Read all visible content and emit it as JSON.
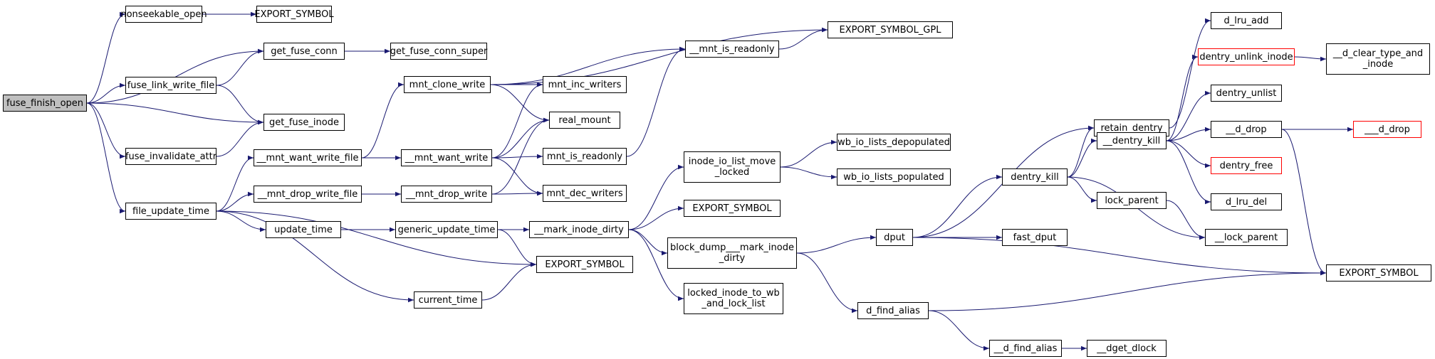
{
  "colors": {
    "edge": "#191970",
    "node_border": "#000000",
    "truncated_border": "#ff0000",
    "root_fill": "#bfbfbf"
  },
  "nodes": [
    {
      "id": "fuse_finish_open",
      "label": "fuse_finish_open",
      "root": true
    },
    {
      "id": "nonseekable_open",
      "label": "nonseekable_open"
    },
    {
      "id": "export_symbol_1",
      "label": "EXPORT_SYMBOL"
    },
    {
      "id": "get_fuse_conn",
      "label": "get_fuse_conn"
    },
    {
      "id": "get_fuse_conn_super",
      "label": "get_fuse_conn_super"
    },
    {
      "id": "fuse_link_write_file",
      "label": "fuse_link_write_file"
    },
    {
      "id": "get_fuse_inode",
      "label": "get_fuse_inode"
    },
    {
      "id": "fuse_invalidate_attr",
      "label": "fuse_invalidate_attr"
    },
    {
      "id": "file_update_time",
      "label": "file_update_time"
    },
    {
      "id": "mnt_want_write_file",
      "label": "__mnt_want_write_file"
    },
    {
      "id": "mnt_drop_write_file",
      "label": "__mnt_drop_write_file"
    },
    {
      "id": "update_time",
      "label": "update_time"
    },
    {
      "id": "export_symbol_main",
      "label": "EXPORT_SYMBOL"
    },
    {
      "id": "current_time",
      "label": "current_time"
    },
    {
      "id": "mnt_clone_write",
      "label": "mnt_clone_write"
    },
    {
      "id": "mnt_want_write",
      "label": "__mnt_want_write"
    },
    {
      "id": "mnt_drop_write",
      "label": "__mnt_drop_write"
    },
    {
      "id": "generic_update_time",
      "label": "generic_update_time"
    },
    {
      "id": "mnt_inc_writers",
      "label": "mnt_inc_writers"
    },
    {
      "id": "real_mount",
      "label": "real_mount"
    },
    {
      "id": "mnt_is_readonly",
      "label": "mnt_is_readonly"
    },
    {
      "id": "mnt_dec_writers",
      "label": "mnt_dec_writers"
    },
    {
      "id": "__mnt_is_readonly",
      "label": "__mnt_is_readonly"
    },
    {
      "id": "export_symbol_gpl",
      "label": "EXPORT_SYMBOL_GPL"
    },
    {
      "id": "inode_io_list_move_locked",
      "label": "inode_io_list_move\n_locked"
    },
    {
      "id": "mark_inode_dirty",
      "label": "__mark_inode_dirty"
    },
    {
      "id": "export_symbol_3",
      "label": "EXPORT_SYMBOL"
    },
    {
      "id": "block_dump_mark_inode_dirty",
      "label": "block_dump___mark_inode\n_dirty"
    },
    {
      "id": "locked_inode_to_wb_and_lock_list",
      "label": "locked_inode_to_wb\n_and_lock_list"
    },
    {
      "id": "wb_io_lists_depopulated",
      "label": "wb_io_lists_depopulated"
    },
    {
      "id": "wb_io_lists_populated",
      "label": "wb_io_lists_populated"
    },
    {
      "id": "dput",
      "label": "dput"
    },
    {
      "id": "d_find_alias",
      "label": "d_find_alias"
    },
    {
      "id": "__d_find_alias",
      "label": "__d_find_alias"
    },
    {
      "id": "__dget_dlock",
      "label": "__dget_dlock"
    },
    {
      "id": "retain_dentry",
      "label": "retain_dentry"
    },
    {
      "id": "dentry_kill",
      "label": "dentry_kill"
    },
    {
      "id": "fast_dput",
      "label": "fast_dput"
    },
    {
      "id": "__dentry_kill",
      "label": "__dentry_kill"
    },
    {
      "id": "lock_parent",
      "label": "lock_parent"
    },
    {
      "id": "__lock_parent",
      "label": "__lock_parent"
    },
    {
      "id": "d_lru_add",
      "label": "d_lru_add"
    },
    {
      "id": "dentry_unlink_inode",
      "label": "dentry_unlink_inode",
      "truncated": true
    },
    {
      "id": "d_clear_type_and_inode",
      "label": "__d_clear_type_and\n_inode"
    },
    {
      "id": "dentry_unlist",
      "label": "dentry_unlist"
    },
    {
      "id": "__d_drop",
      "label": "__d_drop"
    },
    {
      "id": "___d_drop",
      "label": "___d_drop",
      "truncated": true
    },
    {
      "id": "dentry_free",
      "label": "dentry_free",
      "truncated": true
    },
    {
      "id": "d_lru_del",
      "label": "d_lru_del"
    },
    {
      "id": "export_symbol_right",
      "label": "EXPORT_SYMBOL"
    }
  ],
  "edges": [
    [
      "fuse_finish_open",
      "nonseekable_open"
    ],
    [
      "fuse_finish_open",
      "get_fuse_conn"
    ],
    [
      "fuse_finish_open",
      "fuse_link_write_file"
    ],
    [
      "fuse_finish_open",
      "get_fuse_inode"
    ],
    [
      "fuse_finish_open",
      "fuse_invalidate_attr"
    ],
    [
      "fuse_finish_open",
      "file_update_time"
    ],
    [
      "nonseekable_open",
      "export_symbol_1"
    ],
    [
      "get_fuse_conn",
      "get_fuse_conn_super"
    ],
    [
      "fuse_link_write_file",
      "get_fuse_conn"
    ],
    [
      "fuse_link_write_file",
      "get_fuse_inode"
    ],
    [
      "fuse_invalidate_attr",
      "get_fuse_inode"
    ],
    [
      "file_update_time",
      "mnt_want_write_file"
    ],
    [
      "file_update_time",
      "mnt_drop_write_file"
    ],
    [
      "file_update_time",
      "update_time"
    ],
    [
      "file_update_time",
      "export_symbol_main"
    ],
    [
      "file_update_time",
      "current_time"
    ],
    [
      "mnt_want_write_file",
      "mnt_clone_write"
    ],
    [
      "mnt_want_write_file",
      "mnt_want_write"
    ],
    [
      "mnt_drop_write_file",
      "mnt_drop_write"
    ],
    [
      "update_time",
      "generic_update_time"
    ],
    [
      "current_time",
      "export_symbol_main"
    ],
    [
      "mnt_clone_write",
      "export_symbol_gpl"
    ],
    [
      "mnt_clone_write",
      "__mnt_is_readonly"
    ],
    [
      "mnt_clone_write",
      "mnt_inc_writers"
    ],
    [
      "mnt_clone_write",
      "real_mount"
    ],
    [
      "mnt_want_write",
      "mnt_inc_writers"
    ],
    [
      "mnt_want_write",
      "real_mount"
    ],
    [
      "mnt_want_write",
      "mnt_is_readonly"
    ],
    [
      "mnt_want_write",
      "mnt_dec_writers"
    ],
    [
      "mnt_drop_write",
      "real_mount"
    ],
    [
      "mnt_drop_write",
      "mnt_dec_writers"
    ],
    [
      "generic_update_time",
      "mark_inode_dirty"
    ],
    [
      "generic_update_time",
      "export_symbol_main"
    ],
    [
      "mnt_is_readonly",
      "__mnt_is_readonly"
    ],
    [
      "__mnt_is_readonly",
      "export_symbol_gpl"
    ],
    [
      "mark_inode_dirty",
      "inode_io_list_move_locked"
    ],
    [
      "mark_inode_dirty",
      "export_symbol_3"
    ],
    [
      "mark_inode_dirty",
      "block_dump_mark_inode_dirty"
    ],
    [
      "mark_inode_dirty",
      "locked_inode_to_wb_and_lock_list"
    ],
    [
      "inode_io_list_move_locked",
      "wb_io_lists_depopulated"
    ],
    [
      "inode_io_list_move_locked",
      "wb_io_lists_populated"
    ],
    [
      "block_dump_mark_inode_dirty",
      "dput"
    ],
    [
      "block_dump_mark_inode_dirty",
      "d_find_alias"
    ],
    [
      "dput",
      "retain_dentry"
    ],
    [
      "dput",
      "dentry_kill"
    ],
    [
      "dput",
      "fast_dput"
    ],
    [
      "dput",
      "export_symbol_right"
    ],
    [
      "d_find_alias",
      "__d_find_alias"
    ],
    [
      "d_find_alias",
      "export_symbol_right"
    ],
    [
      "__d_find_alias",
      "__dget_dlock"
    ],
    [
      "retain_dentry",
      "d_lru_add"
    ],
    [
      "dentry_kill",
      "retain_dentry"
    ],
    [
      "dentry_kill",
      "__dentry_kill"
    ],
    [
      "dentry_kill",
      "lock_parent"
    ],
    [
      "dentry_kill",
      "__lock_parent"
    ],
    [
      "lock_parent",
      "__lock_parent"
    ],
    [
      "__dentry_kill",
      "dentry_unlink_inode"
    ],
    [
      "__dentry_kill",
      "dentry_unlist"
    ],
    [
      "__dentry_kill",
      "__d_drop"
    ],
    [
      "__dentry_kill",
      "dentry_free"
    ],
    [
      "__dentry_kill",
      "d_lru_del"
    ],
    [
      "dentry_unlink_inode",
      "d_clear_type_and_inode"
    ],
    [
      "__d_drop",
      "___d_drop"
    ],
    [
      "__d_drop",
      "export_symbol_right"
    ]
  ]
}
